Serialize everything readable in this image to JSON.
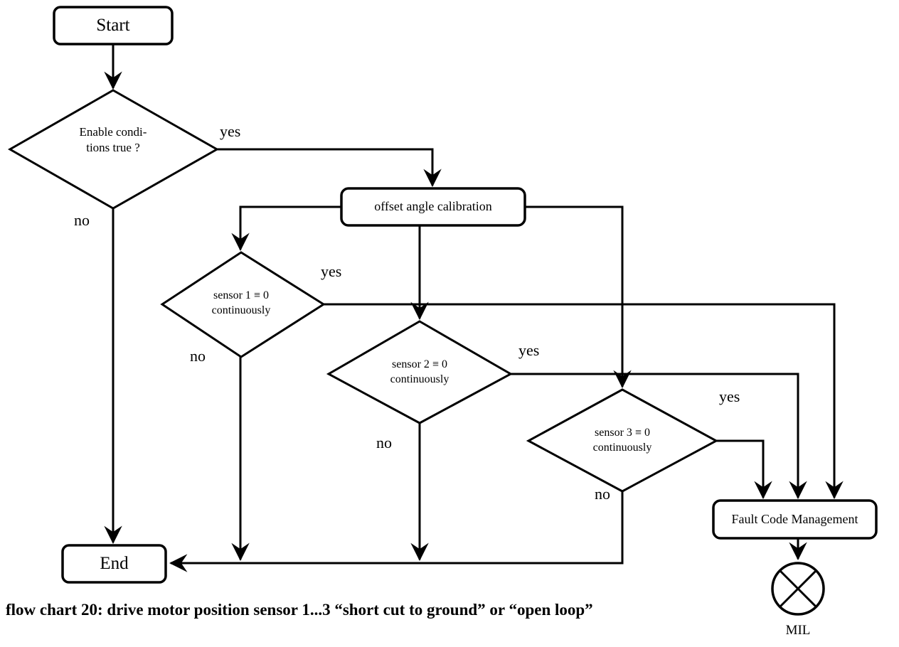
{
  "colors": {
    "line": "#000000",
    "background": "#ffffff"
  },
  "nodes": {
    "start": {
      "label": "Start"
    },
    "enable_conditions": {
      "line1": "Enable condi-",
      "line2": "tions true ?"
    },
    "offset_angle_calibration": {
      "label": "offset angle calibration"
    },
    "sensor1": {
      "line1": "sensor 1 ≡ 0",
      "line2": "continuously"
    },
    "sensor2": {
      "line1": "sensor 2 ≡ 0",
      "line2": "continuously"
    },
    "sensor3": {
      "line1": "sensor 3 ≡ 0",
      "line2": "continuously"
    },
    "fault_code_management": {
      "label": "Fault Code Management"
    },
    "end": {
      "label": "End"
    },
    "mil": {
      "label": "MIL"
    }
  },
  "edge_labels": {
    "enable_yes": "yes",
    "enable_no": "no",
    "sensor1_yes": "yes",
    "sensor1_no": "no",
    "sensor2_yes": "yes",
    "sensor2_no": "no",
    "sensor3_yes": "yes",
    "sensor3_no": "no"
  },
  "caption": "flow chart 20: drive motor position sensor 1...3 “short cut to ground” or “open loop”"
}
